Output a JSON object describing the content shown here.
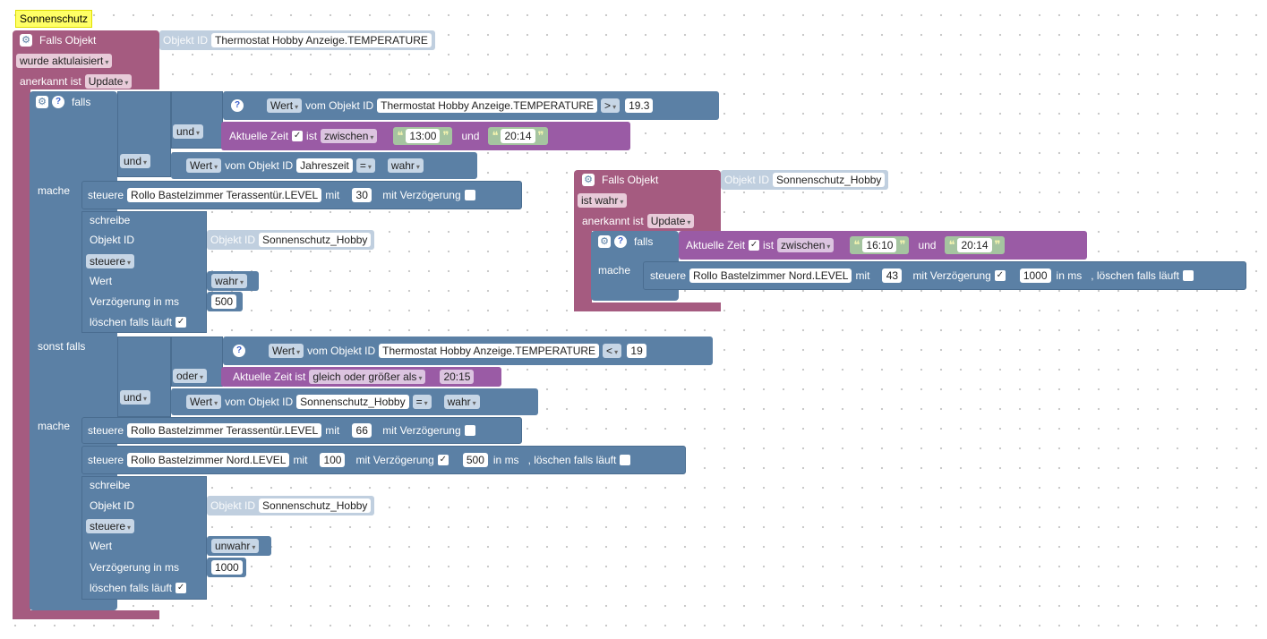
{
  "comment": "Sonnenschutz",
  "main": {
    "event_title": "Falls Objekt",
    "objid_label": "Objekt ID",
    "objid_value": "Thermostat Hobby Anzeige.TEMPERATURE",
    "trigger": "wurde aktulaisiert",
    "ack_label": "anerkannt ist",
    "ack_value": "Update",
    "if_label": "falls",
    "cond1": {
      "wert": "Wert",
      "vom": "vom Objekt ID",
      "obj": "Thermostat Hobby Anzeige.TEMPERATURE",
      "op": ">",
      "value": "19.3"
    },
    "and1": "und",
    "time1": {
      "label": "Aktuelle Zeit",
      "ist": "ist",
      "mode": "zwischen",
      "from": "13:00",
      "und": "und",
      "to": "20:14"
    },
    "and2": "und",
    "cond2": {
      "wert": "Wert",
      "vom": "vom Objekt ID",
      "obj": "Jahreszeit",
      "op": "=",
      "value": "wahr"
    },
    "do_label": "mache",
    "ctl1": {
      "steuere": "steuere",
      "obj": "Rollo Bastelzimmer Terassentür.LEVEL",
      "mit": "mit",
      "value": "30",
      "delay": "mit Verzögerung"
    },
    "write1": {
      "schreibe": "schreibe",
      "objid": "Objekt ID",
      "objid_label": "Objekt ID",
      "obj": "Sonnenschutz_Hobby",
      "mode": "steuere",
      "wert": "Wert",
      "value": "wahr",
      "delay_label": "Verzögerung in ms",
      "delay": "500",
      "clear": "löschen falls läuft"
    },
    "elseif_label": "sonst falls",
    "cond3": {
      "wert": "Wert",
      "vom": "vom Objekt ID",
      "obj": "Thermostat Hobby Anzeige.TEMPERATURE",
      "op": "<",
      "value": "19"
    },
    "or1": "oder",
    "time2": {
      "label": "Aktuelle Zeit ist",
      "mode": "gleich oder größer als",
      "value": "20:15"
    },
    "and3": "und",
    "cond4": {
      "wert": "Wert",
      "vom": "vom Objekt ID",
      "obj": "Sonnenschutz_Hobby",
      "op": "=",
      "value": "wahr"
    },
    "do2_label": "mache",
    "ctl2": {
      "steuere": "steuere",
      "obj": "Rollo Bastelzimmer Terassentür.LEVEL",
      "mit": "mit",
      "value": "66",
      "delay": "mit Verzögerung"
    },
    "ctl3": {
      "steuere": "steuere",
      "obj": "Rollo Bastelzimmer Nord.LEVEL",
      "mit": "mit",
      "value": "100",
      "delay": "mit Verzögerung",
      "ms": "500",
      "inms": "in ms",
      "clear": ", löschen falls läuft"
    },
    "write2": {
      "schreibe": "schreibe",
      "objid": "Objekt ID",
      "objid_label": "Objekt ID",
      "obj": "Sonnenschutz_Hobby",
      "mode": "steuere",
      "wert": "Wert",
      "value": "unwahr",
      "delay_label": "Verzögerung in ms",
      "delay": "1000",
      "clear": "löschen falls läuft"
    }
  },
  "second": {
    "event_title": "Falls Objekt",
    "objid_label": "Objekt ID",
    "objid_value": "Sonnenschutz_Hobby",
    "trigger": "ist wahr",
    "ack_label": "anerkannt ist",
    "ack_value": "Update",
    "if_label": "falls",
    "time": {
      "label": "Aktuelle Zeit",
      "ist": "ist",
      "mode": "zwischen",
      "from": "16:10",
      "und": "und",
      "to": "20:14"
    },
    "do_label": "mache",
    "ctl": {
      "steuere": "steuere",
      "obj": "Rollo Bastelzimmer Nord.LEVEL",
      "mit": "mit",
      "value": "43",
      "delay": "mit Verzögerung",
      "ms": "1000",
      "inms": "in ms",
      "clear": ", löschen falls läuft"
    }
  },
  "icons": {
    "gear": "⚙",
    "help": "?",
    "check": "✓",
    "arrow": "▾",
    "lquote": "❝",
    "rquote": "❞"
  },
  "colors": {
    "event": "#a55b80",
    "control": "#5b80a5",
    "time": "#9a5ba5",
    "comment": "#ffff66"
  }
}
